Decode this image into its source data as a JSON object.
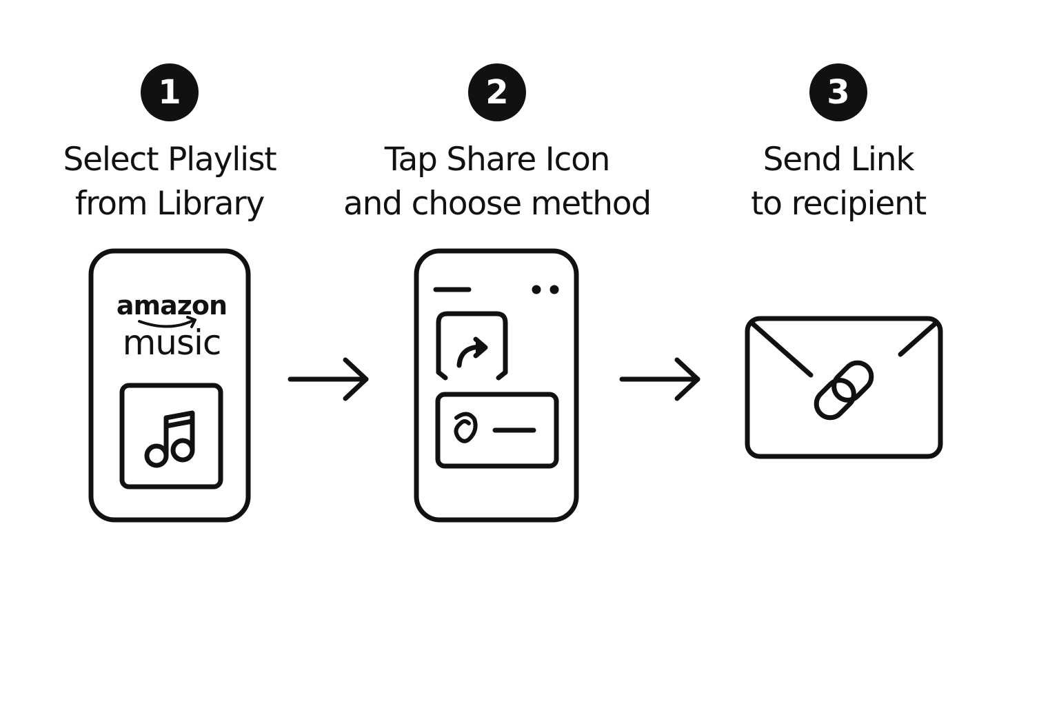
{
  "steps": [
    {
      "number": "1",
      "title_line1": "Select Playlist",
      "title_line2": "from Library",
      "icon": "phone-with-music-app-icon",
      "logo": {
        "line1": "amazon",
        "line2": "music"
      }
    },
    {
      "number": "2",
      "title_line1": "Tap Share Icon",
      "title_line2": "and choose method",
      "icon": "phone-with-share-menu-icon"
    },
    {
      "number": "3",
      "title_line1": "Send Link",
      "title_line2": "to recipient",
      "icon": "envelope-with-link-icon"
    }
  ],
  "connectors": [
    "arrow-right-icon",
    "arrow-right-icon"
  ],
  "colors": {
    "ink": "#111111",
    "background": "#ffffff"
  }
}
